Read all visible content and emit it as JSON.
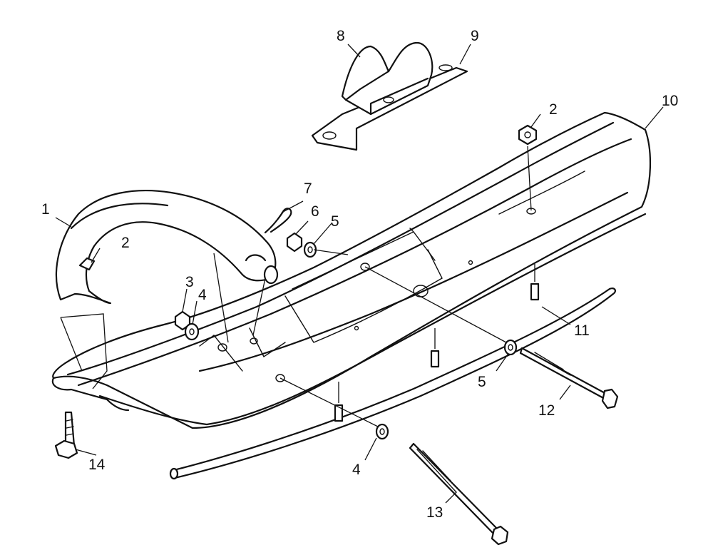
{
  "callouts": [
    {
      "id": "c1",
      "text": "1"
    },
    {
      "id": "c2a",
      "text": "2"
    },
    {
      "id": "c2b",
      "text": "2"
    },
    {
      "id": "c3",
      "text": "3"
    },
    {
      "id": "c4a",
      "text": "4"
    },
    {
      "id": "c4b",
      "text": "4"
    },
    {
      "id": "c5a",
      "text": "5"
    },
    {
      "id": "c5b",
      "text": "5"
    },
    {
      "id": "c6",
      "text": "6"
    },
    {
      "id": "c7",
      "text": "7"
    },
    {
      "id": "c8",
      "text": "8"
    },
    {
      "id": "c9",
      "text": "9"
    },
    {
      "id": "c10",
      "text": "10"
    },
    {
      "id": "c11",
      "text": "11"
    },
    {
      "id": "c12",
      "text": "12"
    },
    {
      "id": "c13",
      "text": "13"
    },
    {
      "id": "c14",
      "text": "14"
    }
  ]
}
